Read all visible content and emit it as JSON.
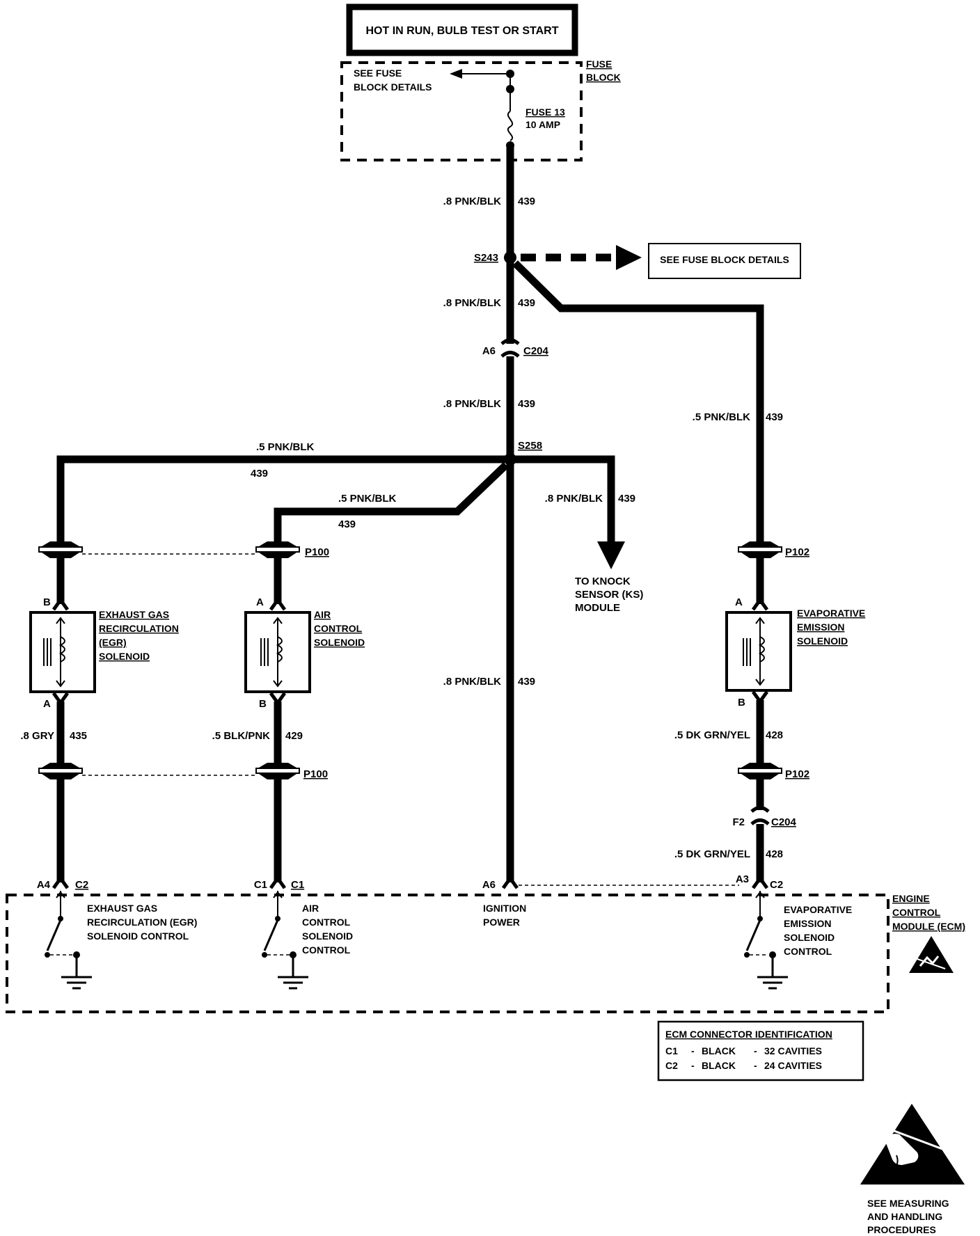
{
  "header": {
    "power_source": "HOT IN RUN, BULB TEST OR START"
  },
  "fuse_block": {
    "title_line1": "FUSE",
    "title_line2": "BLOCK",
    "see_details_line1": "SEE FUSE",
    "see_details_line2": "BLOCK DETAILS",
    "fuse_name": "FUSE 13",
    "fuse_rating": "10 AMP"
  },
  "splices": {
    "s243": {
      "id": "S243",
      "see_details": "SEE FUSE BLOCK DETAILS"
    },
    "s258": {
      "id": "S258"
    }
  },
  "wires": {
    "fuse_to_s243": {
      "gauge_color": ".8 PNK/BLK",
      "circuit": "439"
    },
    "s243_to_c204": {
      "gauge_color": ".8 PNK/BLK",
      "circuit": "439"
    },
    "c204_to_s258": {
      "gauge_color": ".8 PNK/BLK",
      "circuit": "439"
    },
    "s243_to_evap": {
      "gauge_color": ".5 PNK/BLK",
      "circuit": "439"
    },
    "s258_to_egr": {
      "gauge_color": ".5 PNK/BLK",
      "circuit": "439"
    },
    "s258_to_air": {
      "gauge_color": ".5 PNK/BLK",
      "circuit": "439"
    },
    "s258_to_ks": {
      "gauge_color": ".8 PNK/BLK",
      "circuit": "439"
    },
    "s258_to_ecm": {
      "gauge_color": ".8 PNK/BLK",
      "circuit": "439"
    },
    "egr_to_ecm": {
      "gauge_color": ".8 GRY",
      "circuit": "435"
    },
    "air_to_ecm": {
      "gauge_color": ".5 BLK/PNK",
      "circuit": "429"
    },
    "evap_to_p102": {
      "gauge_color": ".5 DK GRN/YEL",
      "circuit": "428"
    },
    "c204_to_ecm": {
      "gauge_color": ".5 DK GRN/YEL",
      "circuit": "428"
    }
  },
  "connectors": {
    "c204_top": {
      "pin": "A6",
      "name": "C204"
    },
    "c204_bottom": {
      "pin": "F2",
      "name": "C204"
    },
    "p100_top": {
      "name": "P100"
    },
    "p100_bottom": {
      "name": "P100"
    },
    "p102_top": {
      "name": "P102"
    },
    "p102_bottom": {
      "name": "P102"
    }
  },
  "knock_sensor": {
    "line1": "TO KNOCK",
    "line2": "SENSOR (KS)",
    "line3": "MODULE"
  },
  "solenoids": {
    "egr": {
      "line1": "EXHAUST GAS",
      "line2": "RECIRCULATION",
      "line3": "(EGR)",
      "line4": "SOLENOID",
      "pin_top": "B",
      "pin_bottom": "A"
    },
    "air": {
      "line1": "AIR",
      "line2": "CONTROL",
      "line3": "SOLENOID",
      "pin_top": "A",
      "pin_bottom": "B"
    },
    "evap": {
      "line1": "EVAPORATIVE",
      "line2": "EMISSION",
      "line3": "SOLENOID",
      "pin_top": "A",
      "pin_bottom": "B"
    }
  },
  "ecm": {
    "title_line1": "ENGINE",
    "title_line2": "CONTROL",
    "title_line3": "MODULE (ECM)",
    "pins": {
      "egr": {
        "pin": "A4",
        "conn": "C2"
      },
      "air": {
        "pin": "C1",
        "conn": "C1"
      },
      "ign": {
        "pin": "A6"
      },
      "evap": {
        "pin": "A3",
        "conn": "C2"
      }
    },
    "egr_control": {
      "line1": "EXHAUST GAS",
      "line2": "RECIRCULATION (EGR)",
      "line3": "SOLENOID CONTROL"
    },
    "air_control": {
      "line1": "AIR",
      "line2": "CONTROL",
      "line3": "SOLENOID",
      "line4": "CONTROL"
    },
    "ignition": {
      "line1": "IGNITION",
      "line2": "POWER"
    },
    "evap_control": {
      "line1": "EVAPORATIVE",
      "line2": "EMISSION",
      "line3": "SOLENOID",
      "line4": "CONTROL"
    }
  },
  "connector_id_table": {
    "title": "ECM CONNECTOR IDENTIFICATION",
    "rows": [
      {
        "conn": "C1",
        "dash1": "-",
        "color": "BLACK",
        "dash2": "-",
        "cavities": "32 CAVITIES"
      },
      {
        "conn": "C2",
        "dash1": "-",
        "color": "BLACK",
        "dash2": "-",
        "cavities": "24 CAVITIES"
      }
    ]
  },
  "esd_note": {
    "line1": "SEE MEASURING",
    "line2": "AND HANDLING",
    "line3": "PROCEDURES"
  }
}
